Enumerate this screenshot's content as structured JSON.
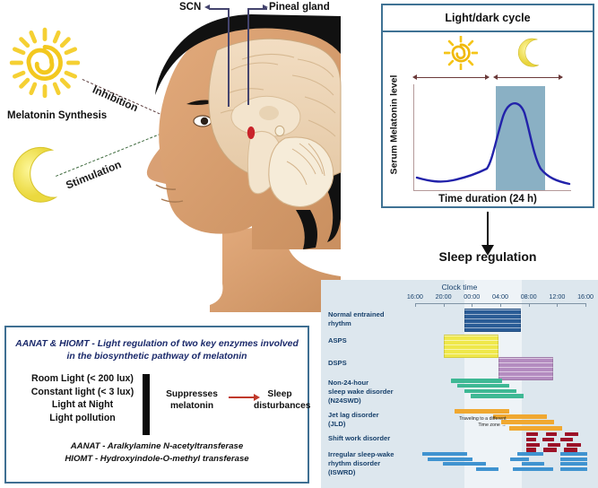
{
  "left_panel": {
    "sun_icon": "sun-spiral-icon",
    "moon_icon": "crescent-moon-icon",
    "melatonin_label": "Melatonin\nSynthesis",
    "inhibition_label": "Inhibition",
    "stimulation_label": "Stimulation",
    "scn_label": "SCN",
    "pineal_label": "Pineal\ngland",
    "colors": {
      "sun": "#f5d033",
      "moon": "#f2e86a",
      "inhibition_line": "#8b3a3a",
      "stimulation_line": "#3f6b3f",
      "scn_marker": "#c9232a",
      "lead_line": "#44446e"
    }
  },
  "lightdark": {
    "title": "Light/dark cycle",
    "ylabel": "Serum Melatonin level",
    "xlabel": "Time duration (24 h)",
    "sun_icon": "sun-spiral-icon",
    "moon_icon": "crescent-moon-icon",
    "border_color": "#3f7294",
    "night_band_color": "#8ab0c4",
    "curve_color": "#2222aa",
    "chart_data": {
      "type": "line",
      "title": "Light/dark cycle",
      "xlabel": "Time duration (24 h)",
      "ylabel": "Serum Melatonin level",
      "grid": false,
      "legend": "none",
      "xlim": [
        0,
        24
      ],
      "ylim": [
        0,
        1
      ],
      "shaded_regions": [
        {
          "name": "dark / night",
          "x0": 12.7,
          "x1": 19.3,
          "color": "#8ab0c4"
        }
      ],
      "phase_arrows": [
        {
          "label": "light (day)",
          "x0": 1.5,
          "x1": 12.6
        },
        {
          "label": "dark (night)",
          "x0": 12.9,
          "x1": 23.0
        }
      ],
      "series": [
        {
          "name": "Serum melatonin",
          "color": "#2222aa",
          "x": [
            0.5,
            2,
            4,
            6,
            8,
            10,
            11.5,
            12.7,
            13.5,
            14.5,
            15.4,
            16.2,
            17.0,
            18.0,
            19.3,
            20.5,
            22,
            23.5
          ],
          "y": [
            0.12,
            0.09,
            0.07,
            0.07,
            0.08,
            0.1,
            0.12,
            0.16,
            0.26,
            0.52,
            0.78,
            0.82,
            0.7,
            0.42,
            0.22,
            0.14,
            0.1,
            0.07
          ]
        }
      ]
    }
  },
  "flow": {
    "sleep_regulation_label": "Sleep regulation",
    "arrow_icon": "down-arrow-icon"
  },
  "disorders": {
    "background": "#dde7ee",
    "clock_title": "Clock time",
    "tick_labels": [
      "16:00",
      "20:00",
      "00:00",
      "04:00",
      "08:00",
      "12:00",
      "16:00"
    ],
    "jld_note": "Traveling to a different\nTime zone →",
    "chart_data": {
      "type": "bar",
      "title": "Clock time",
      "xlabel": "Clock time",
      "ylabel": "",
      "grid": false,
      "legend": "none",
      "x_ticks": [
        "16:00",
        "20:00",
        "00:00",
        "04:00",
        "08:00",
        "12:00",
        "16:00"
      ],
      "x_tick_hours": [
        16,
        20,
        24,
        28,
        32,
        36,
        40
      ],
      "xlim": [
        15,
        41
      ],
      "night_shade": {
        "x0": 23.0,
        "x1": 31.0,
        "color": "#eef3f7"
      },
      "rows": [
        {
          "label": "Normal entrained\nrhythm",
          "color": "#2a5c96",
          "bars": [
            {
              "start": 23.0,
              "end": 30.6
            }
          ]
        },
        {
          "label": "ASPS",
          "color": "#efe84a",
          "bars": [
            {
              "start": 20.1,
              "end": 27.5
            }
          ]
        },
        {
          "label": "DSPS",
          "color": "#b48cc0",
          "bars": [
            {
              "start": 27.7,
              "end": 35.2
            }
          ]
        },
        {
          "label": "Non-24-hour\nsleep wake disorder\n(N24SWD)",
          "color": "#3eb894",
          "bars": [
            {
              "start": 21.0,
              "end": 28.3
            },
            {
              "start": 21.9,
              "end": 29.3
            },
            {
              "start": 22.9,
              "end": 30.3
            },
            {
              "start": 23.8,
              "end": 31.3
            }
          ]
        },
        {
          "label": "Jet lag disorder\n(JLD)",
          "color": "#f0a830",
          "bars": [
            {
              "start": 21.5,
              "end": 29.3
            },
            {
              "start": 27.0,
              "end": 34.6
            },
            {
              "start": 28.1,
              "end": 35.6
            },
            {
              "start": 29.2,
              "end": 36.7
            }
          ]
        },
        {
          "label": "Shift work disorder",
          "color": "#9c1228",
          "bars": [
            {
              "start": 31.6,
              "end": 33.3
            },
            {
              "start": 34.4,
              "end": 36.0
            },
            {
              "start": 37.1,
              "end": 39.0
            },
            {
              "start": 31.6,
              "end": 33.0
            },
            {
              "start": 33.9,
              "end": 35.6
            },
            {
              "start": 36.4,
              "end": 38.2
            },
            {
              "start": 31.6,
              "end": 33.6
            },
            {
              "start": 34.7,
              "end": 36.5
            },
            {
              "start": 37.4,
              "end": 39.4
            },
            {
              "start": 31.6,
              "end": 33.1
            },
            {
              "start": 34.1,
              "end": 35.9
            },
            {
              "start": 36.9,
              "end": 38.8
            }
          ]
        },
        {
          "label": "Irregular sleep-wake\nrhythm disorder\n(ISWRD)",
          "color": "#3f93d0",
          "bars": [
            {
              "start": 18.6,
              "end": 23.3
            },
            {
              "start": 30.4,
              "end": 34.0
            },
            {
              "start": 36.5,
              "end": 40.2
            },
            {
              "start": 17.0,
              "end": 21.3
            },
            {
              "start": 21.8,
              "end": 24.1
            },
            {
              "start": 29.4,
              "end": 32.1
            },
            {
              "start": 36.5,
              "end": 40.2
            },
            {
              "start": 17.8,
              "end": 22.4
            },
            {
              "start": 23.1,
              "end": 26.0
            },
            {
              "start": 31.0,
              "end": 34.2
            },
            {
              "start": 36.5,
              "end": 40.2
            },
            {
              "start": 19.9,
              "end": 23.8
            },
            {
              "start": 24.6,
              "end": 27.8
            },
            {
              "start": 29.8,
              "end": 35.4
            },
            {
              "start": 36.5,
              "end": 40.2
            }
          ]
        }
      ]
    }
  },
  "enzyme_box": {
    "border_color": "#3f6f92",
    "heading": "AANAT & HIOMT - Light regulation of two key enzymes involved in the biosynthetic pathway of melatonin",
    "light_conditions": "Room Light (< 200 lux)\nConstant light (< 3 lux)\nLight at Night\nLight pollution",
    "suppresses_label": "Suppresses\nmelatonin",
    "outcome_label": "Sleep\ndisturbances",
    "arrow_icon": "right-arrow-icon",
    "arrow_color": "#c0392b",
    "footnote": "AANAT - Aralkylamine N-acetyltransferase\nHIOMT - Hydroxyindole-O-methyl transferase"
  }
}
